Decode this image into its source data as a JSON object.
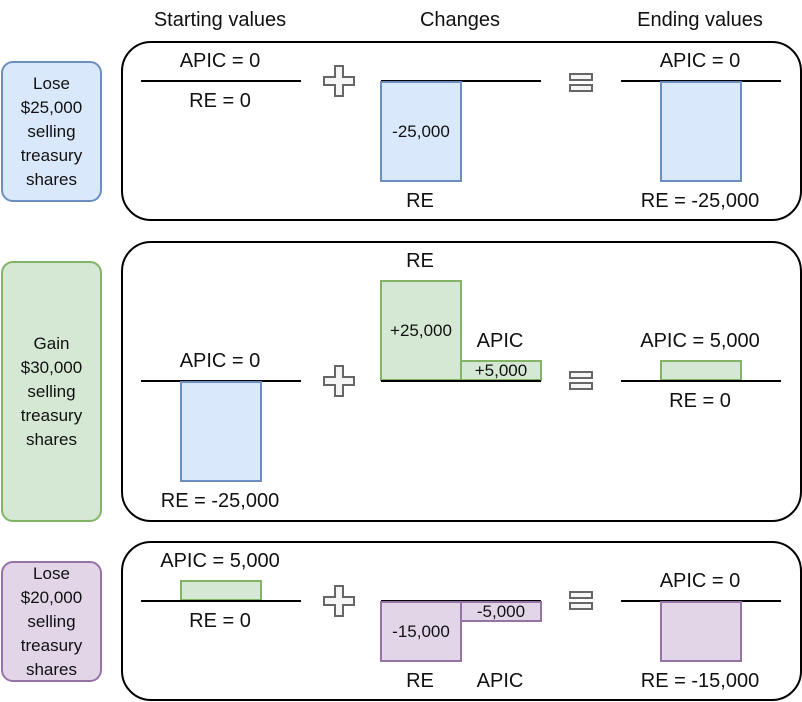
{
  "headers": {
    "starting": "Starting values",
    "changes": "Changes",
    "ending": "Ending values"
  },
  "icons": {
    "plus": "plus-icon",
    "equals": "equals-icon"
  },
  "colors": {
    "blue_fill": "#dae8fc",
    "blue_stroke": "#6c8ebf",
    "green_fill": "#d5e8d4",
    "green_stroke": "#82b366",
    "purple_fill": "#e1d5e7",
    "purple_stroke": "#9673a6"
  },
  "rows": [
    {
      "label": "Lose\n$25,000\nselling\ntreasury\nshares",
      "color": "blue",
      "starting": {
        "apic": "APIC = 0",
        "re": "RE = 0"
      },
      "changes": {
        "re_label": "RE",
        "re_value": "-25,000"
      },
      "ending": {
        "apic": "APIC = 0",
        "re": "RE = -25,000"
      }
    },
    {
      "label": "Gain\n$30,000\nselling\ntreasury\nshares",
      "color": "green",
      "starting": {
        "apic": "APIC = 0",
        "re": "RE = -25,000"
      },
      "changes": {
        "re_label": "RE",
        "re_value": "+25,000",
        "apic_label": "APIC",
        "apic_value": "+5,000"
      },
      "ending": {
        "apic": "APIC = 5,000",
        "re": "RE = 0"
      }
    },
    {
      "label": "Lose\n$20,000\nselling\ntreasury\nshares",
      "color": "purple",
      "starting": {
        "apic": "APIC = 5,000",
        "re": "RE = 0"
      },
      "changes": {
        "re_label": "RE",
        "re_value": "-15,000",
        "apic_label": "APIC",
        "apic_value": "-5,000"
      },
      "ending": {
        "apic": "APIC = 0",
        "re": "RE = -15,000"
      }
    }
  ]
}
